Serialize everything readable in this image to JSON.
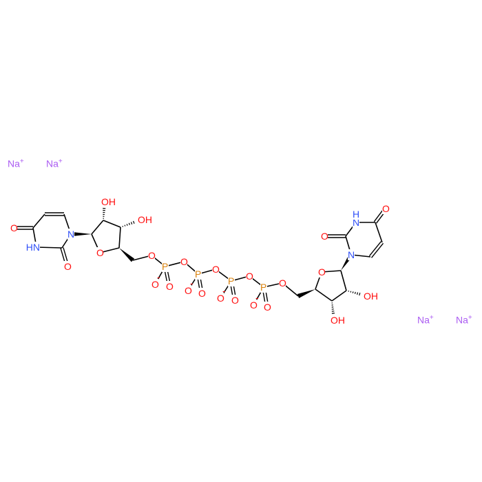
{
  "title": "Tetrasodium uridine tetraphosphate uridine (Up4U) structure",
  "colors": {
    "O": "#ff0d0d",
    "N": "#3050f8",
    "P": "#d9810b",
    "Na": "#ab5cf2",
    "C": "#000000"
  },
  "ions": [
    {
      "symbol": "Na",
      "charge": "+"
    },
    {
      "symbol": "Na",
      "charge": "+"
    },
    {
      "symbol": "Na",
      "charge": "+"
    },
    {
      "symbol": "Na",
      "charge": "+"
    }
  ],
  "atoms": {
    "a_O4": {
      "t": "O",
      "e": "O"
    },
    "a_N1": {
      "t": "N",
      "e": "N"
    },
    "a_N3": {
      "t": "HN",
      "e": "N"
    },
    "a_O2": {
      "t": "O",
      "e": "O"
    },
    "a_O4r": {
      "t": "O",
      "e": "O"
    },
    "a_OH2": {
      "t": "OH",
      "e": "O"
    },
    "a_OH3": {
      "t": "OH",
      "e": "O"
    },
    "a_O5": {
      "t": "O",
      "e": "O"
    },
    "P1": {
      "t": "P",
      "e": "P"
    },
    "Ob1": {
      "t": "O",
      "e": "O"
    },
    "P2": {
      "t": "P",
      "e": "P"
    },
    "Ob2": {
      "t": "O",
      "e": "O"
    },
    "P3": {
      "t": "P",
      "e": "P"
    },
    "Ob3": {
      "t": "O",
      "e": "O"
    },
    "P4": {
      "t": "P",
      "e": "P"
    },
    "O5b": {
      "t": "O",
      "e": "O"
    },
    "P1a": {
      "t": "O",
      "e": "O",
      "q": "-"
    },
    "P1b": {
      "t": "O",
      "e": "O"
    },
    "P2a": {
      "t": "O",
      "e": "O",
      "q": "-"
    },
    "P2b": {
      "t": "O",
      "e": "O"
    },
    "P3a": {
      "t": "O",
      "e": "O",
      "q": "-"
    },
    "P3b": {
      "t": "O",
      "e": "O"
    },
    "P4a": {
      "t": "O",
      "e": "O",
      "q": "-"
    },
    "P4b": {
      "t": "O",
      "e": "O"
    },
    "b_O4r": {
      "t": "O",
      "e": "O"
    },
    "b_OH2": {
      "t": "OH",
      "e": "O"
    },
    "b_OH3": {
      "t": "OH",
      "e": "O"
    },
    "b_N1": {
      "t": "N",
      "e": "N"
    },
    "b_O4": {
      "t": "O",
      "e": "O"
    },
    "b_N3": {
      "t": "N",
      "e": "N"
    },
    "b_NH": {
      "t": "H",
      "e": "N"
    },
    "b_O2": {
      "t": "O",
      "e": "O"
    }
  }
}
